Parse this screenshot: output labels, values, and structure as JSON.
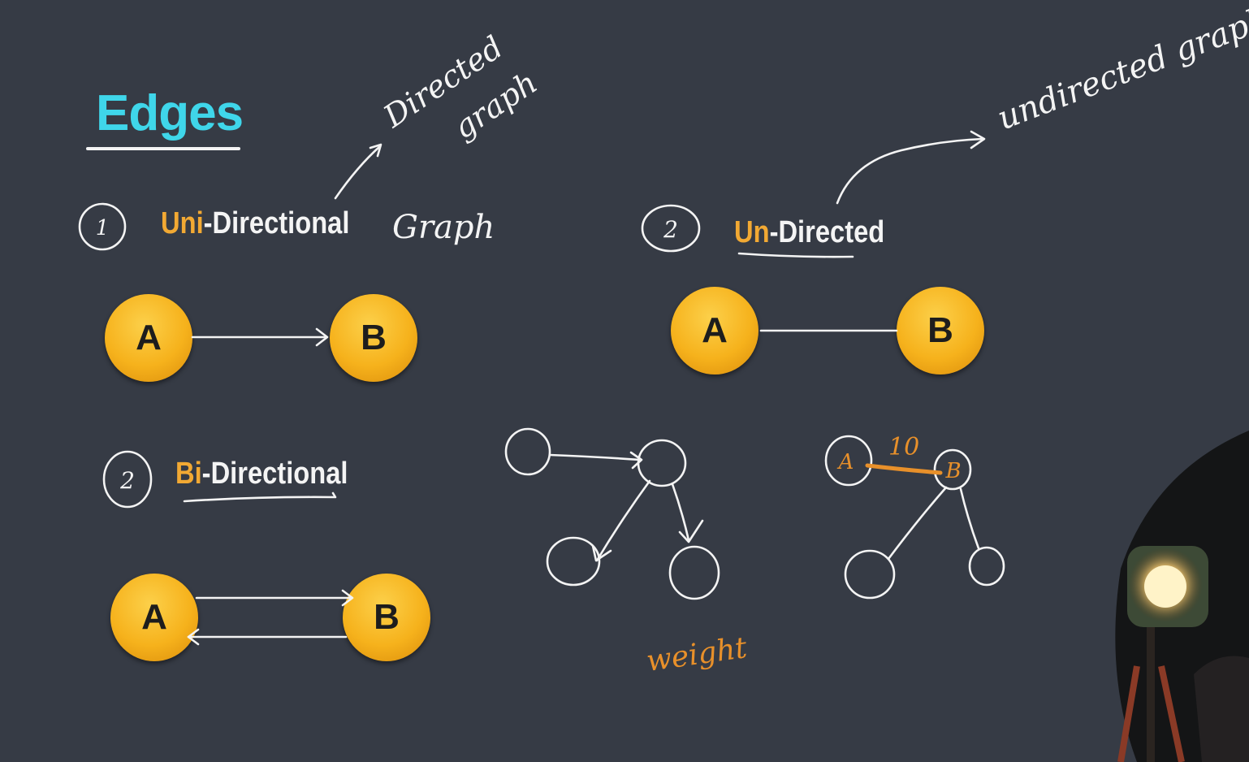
{
  "title": "Edges",
  "sections": {
    "uni": {
      "number": "1",
      "prefix": "Uni",
      "rest": "-Directional",
      "note": "Graph",
      "node_a": "A",
      "node_b": "B"
    },
    "bi": {
      "number": "2",
      "prefix": "Bi",
      "rest": "-Directional",
      "node_a": "A",
      "node_b": "B"
    },
    "un": {
      "number": "2",
      "prefix": "Un",
      "rest": "-Directed",
      "node_a": "A",
      "node_b": "B"
    }
  },
  "annotations": {
    "directed_line1": "Directed",
    "directed_line2": "graph",
    "undirected": "undirected graph",
    "weight": "weight",
    "weight_value": "10",
    "weighted_node_a": "A",
    "weighted_node_b": "B"
  },
  "colors": {
    "background": "#363b45",
    "title": "#3fd6ea",
    "highlight": "#f2a933",
    "node": "#f6b21c",
    "ink": "#f4f4f4",
    "weight_ink": "#e8902a"
  }
}
